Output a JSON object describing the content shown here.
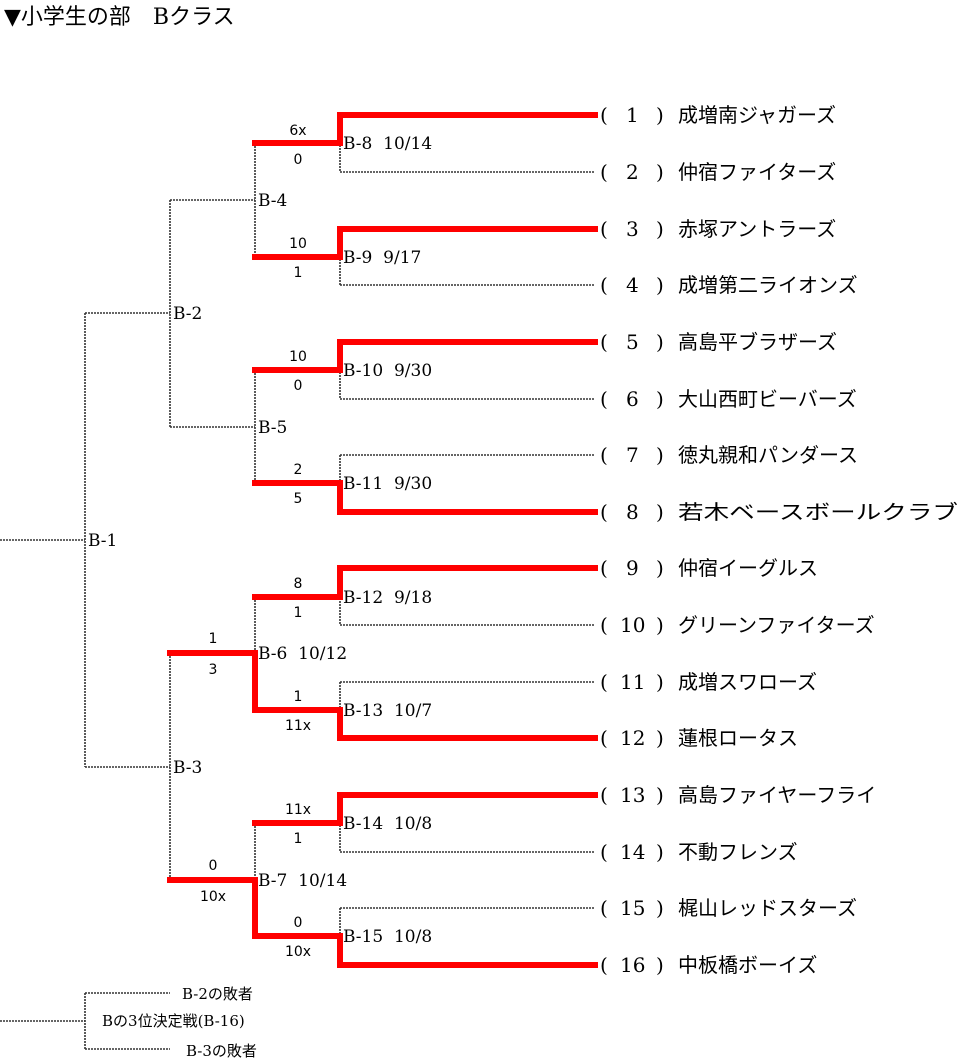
{
  "title": "▼小学生の部　Bクラス",
  "teams": [
    {
      "num": "1",
      "name": "成増南ジャガーズ"
    },
    {
      "num": "2",
      "name": "仲宿ファイターズ"
    },
    {
      "num": "3",
      "name": "赤塚アントラーズ"
    },
    {
      "num": "4",
      "name": "成増第二ライオンズ"
    },
    {
      "num": "5",
      "name": "高島平ブラザーズ"
    },
    {
      "num": "6",
      "name": "大山西町ビーバーズ"
    },
    {
      "num": "7",
      "name": "徳丸親和パンダース"
    },
    {
      "num": "8",
      "name": "若木ベースボールクラブ"
    },
    {
      "num": "9",
      "name": "仲宿イーグルス"
    },
    {
      "num": "10",
      "name": "グリーンファイターズ"
    },
    {
      "num": "11",
      "name": "成増スワローズ"
    },
    {
      "num": "12",
      "name": "蓮根ロータス"
    },
    {
      "num": "13",
      "name": "高島ファイヤーフライ"
    },
    {
      "num": "14",
      "name": "不動フレンズ"
    },
    {
      "num": "15",
      "name": "梶山レッドスターズ"
    },
    {
      "num": "16",
      "name": "中板橋ボーイズ"
    }
  ],
  "matches": {
    "B8": {
      "label": "B-8  10/14",
      "score_top": "6x",
      "score_bottom": "0",
      "winner": "top"
    },
    "B9": {
      "label": "B-9  9/17",
      "score_top": "10",
      "score_bottom": "1",
      "winner": "top"
    },
    "B10": {
      "label": "B-10  9/30",
      "score_top": "10",
      "score_bottom": "0",
      "winner": "top"
    },
    "B11": {
      "label": "B-11  9/30",
      "score_top": "2",
      "score_bottom": "5",
      "winner": "bottom"
    },
    "B12": {
      "label": "B-12  9/18",
      "score_top": "8",
      "score_bottom": "1",
      "winner": "top"
    },
    "B13": {
      "label": "B-13  10/7",
      "score_top": "1",
      "score_bottom": "11x",
      "winner": "bottom"
    },
    "B14": {
      "label": "B-14  10/8",
      "score_top": "11x",
      "score_bottom": "1",
      "winner": "top"
    },
    "B15": {
      "label": "B-15  10/8",
      "score_top": "0",
      "score_bottom": "10x",
      "winner": "bottom"
    },
    "B4": {
      "label": "B-4"
    },
    "B5": {
      "label": "B-5"
    },
    "B6": {
      "label": "B-6  10/12",
      "score_top": "1",
      "score_bottom": "3",
      "winner": "bottom"
    },
    "B7": {
      "label": "B-7  10/14",
      "score_top": "0",
      "score_bottom": "10x",
      "winner": "bottom"
    },
    "B2": {
      "label": "B-2"
    },
    "B3": {
      "label": "B-3"
    },
    "B1": {
      "label": "B-1"
    }
  },
  "third_place": {
    "top_label": "B-2の敗者",
    "title": "Bの3位決定戦(B-16)",
    "bottom_label": "B-3の敗者"
  }
}
